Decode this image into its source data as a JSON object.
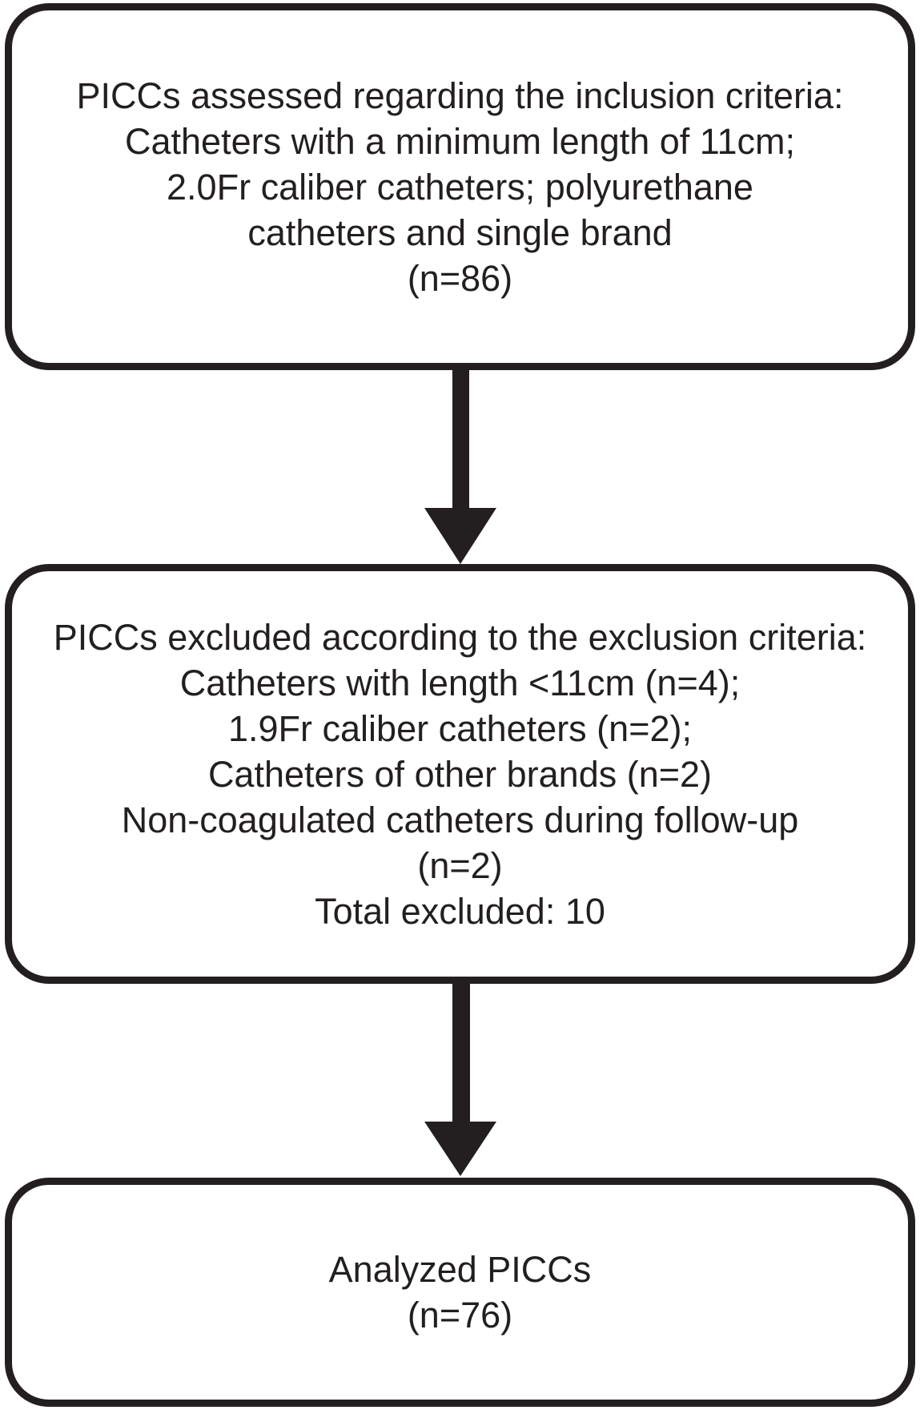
{
  "figure": {
    "type": "study-flowchart",
    "colors": {
      "ink": "#231f20",
      "background": "#ffffff"
    },
    "boxes": [
      {
        "id": "inclusion",
        "lines": [
          "PICCs assessed regarding the inclusion criteria:",
          "Catheters with a minimum length of 11cm;",
          "2.0Fr caliber catheters; polyurethane",
          "catheters and single brand",
          "(n=86)"
        ]
      },
      {
        "id": "exclusion",
        "lines": [
          "PICCs excluded according to the exclusion criteria:",
          "Catheters with length <11cm (n=4);",
          "1.9Fr caliber catheters (n=2);",
          "Catheters of other brands (n=2)",
          "Non-coagulated catheters during follow-up",
          "(n=2)",
          "Total excluded: 10"
        ]
      },
      {
        "id": "analyzed",
        "lines": [
          "Analyzed PICCs",
          "(n=76)"
        ]
      }
    ],
    "connectors": [
      {
        "from": "inclusion",
        "to": "exclusion",
        "direction": "down"
      },
      {
        "from": "exclusion",
        "to": "analyzed",
        "direction": "down"
      }
    ]
  }
}
